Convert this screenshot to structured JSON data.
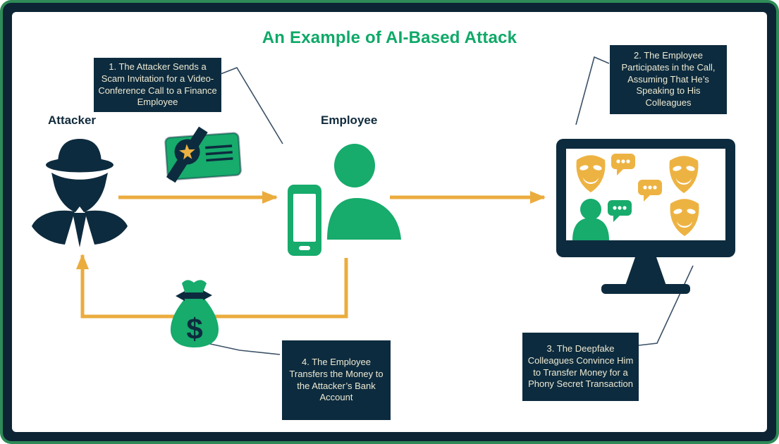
{
  "title": "An Example of AI-Based Attack",
  "labels": {
    "attacker": "Attacker",
    "employee": "Employee"
  },
  "steps": [
    {
      "text": "1. The Attacker Sends a Scam Invitation for a Video-Conference Call to a Finance Employee"
    },
    {
      "text": "2. The Employee Participates in the Call, Assuming That He’s Speaking to His Colleagues"
    },
    {
      "text": "3. The Deepfake Colleagues Convince Him to Transfer Money for a Phony Secret Transaction"
    },
    {
      "text": "4. The Employee Transfers the Money to the Attacker’s Bank Account"
    }
  ],
  "icons": {
    "attacker": "spy-incognito-icon",
    "invitation_card": "scam-invitation-card-icon",
    "invitation_star": "star-icon",
    "employee": "person-icon",
    "phone": "smartphone-icon",
    "monitor": "video-call-monitor-icon",
    "deepfake_masks": "theater-mask-icon",
    "chat_bubbles": "chat-bubble-icon",
    "money_bag": "money-bag-icon",
    "money_symbol": "$"
  },
  "colors": {
    "navy": "#0D2B3E",
    "green": "#17AB6C",
    "arrow_amber": "#EBAC3E",
    "mask_gold": "#EDB342",
    "box_text": "#EDEAD3",
    "frame_green": "#2E8B57",
    "title_green": "#0FA968"
  }
}
